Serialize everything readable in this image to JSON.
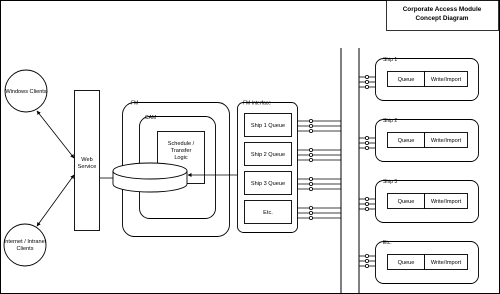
{
  "title": {
    "line1": "Corporate Access Module",
    "line2": "Concept Diagram"
  },
  "clients": {
    "windows": "Windows Clients",
    "internet_line1": "Internet / Intranet",
    "internet_line2": "Clients"
  },
  "web_service": {
    "line1": "Web",
    "line2": "Service"
  },
  "fm": {
    "label": "FM",
    "cam_label": "CAM",
    "logic_line1": "Schedule /",
    "logic_line2": "Transfer",
    "logic_line3": "Logic"
  },
  "fm_interface": {
    "label": "FM Interface",
    "queues": [
      "Ship 1 Queue",
      "Ship 2 Queue",
      "Ship 3 Queue",
      "Etc."
    ]
  },
  "ships": [
    {
      "label": "Ship 1",
      "queue": "Queue",
      "write": "Write/Import"
    },
    {
      "label": "Ship 2",
      "queue": "Queue",
      "write": "Write/Import"
    },
    {
      "label": "Ship 3",
      "queue": "Queue",
      "write": "Write/Import"
    },
    {
      "label": "Etc.",
      "queue": "Queue",
      "write": "Write/Import"
    }
  ]
}
